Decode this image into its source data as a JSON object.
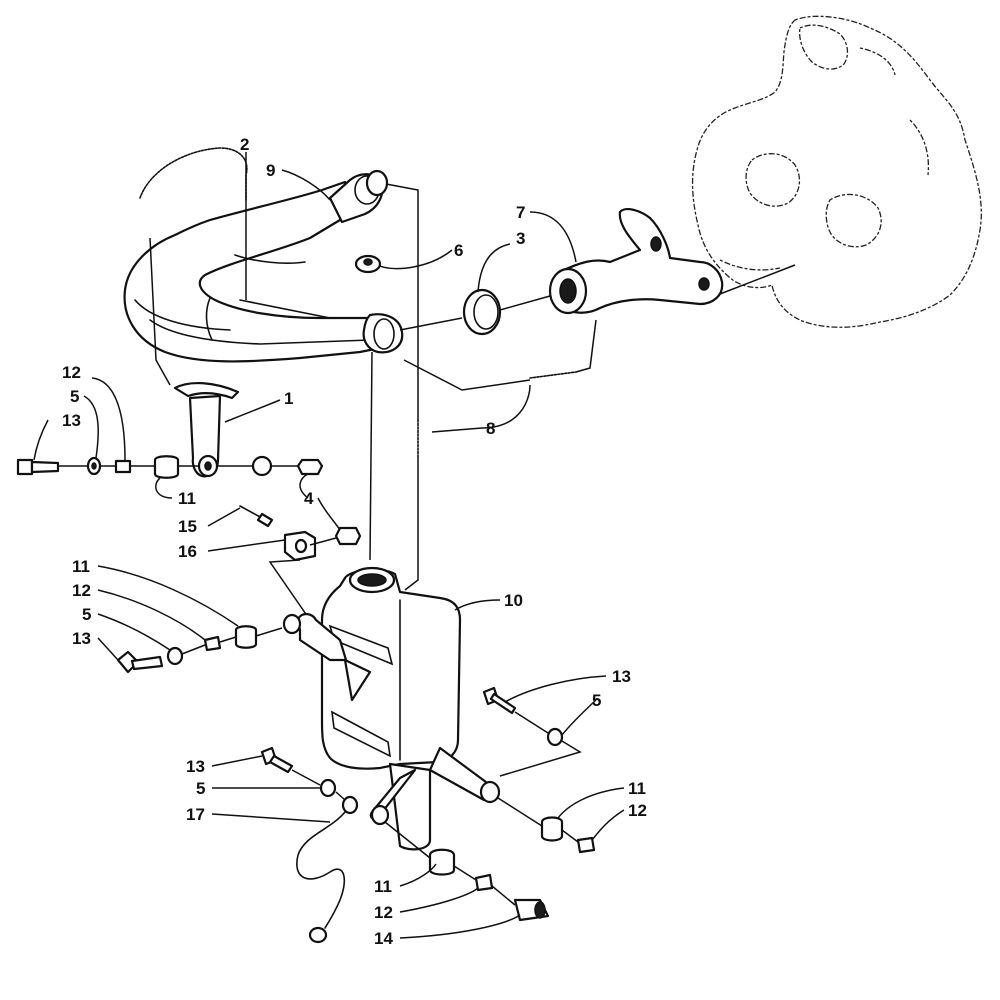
{
  "callouts": [
    {
      "id": "c2",
      "label": "2"
    },
    {
      "id": "c9",
      "label": "9"
    },
    {
      "id": "c7",
      "label": "7"
    },
    {
      "id": "c3",
      "label": "3"
    },
    {
      "id": "c6",
      "label": "6"
    },
    {
      "id": "c1",
      "label": "1"
    },
    {
      "id": "c8",
      "label": "8"
    },
    {
      "id": "c12a",
      "label": "12"
    },
    {
      "id": "c5a",
      "label": "5"
    },
    {
      "id": "c13a",
      "label": "13"
    },
    {
      "id": "c11a",
      "label": "11"
    },
    {
      "id": "c4",
      "label": "4"
    },
    {
      "id": "c15",
      "label": "15"
    },
    {
      "id": "c16",
      "label": "16"
    },
    {
      "id": "c11b",
      "label": "11"
    },
    {
      "id": "c12b",
      "label": "12"
    },
    {
      "id": "c5b",
      "label": "5"
    },
    {
      "id": "c13b",
      "label": "13"
    },
    {
      "id": "c10",
      "label": "10"
    },
    {
      "id": "c13c",
      "label": "13"
    },
    {
      "id": "c5c",
      "label": "5"
    },
    {
      "id": "c13d",
      "label": "13"
    },
    {
      "id": "c5d",
      "label": "5"
    },
    {
      "id": "c17",
      "label": "17"
    },
    {
      "id": "c11c",
      "label": "11"
    },
    {
      "id": "c12c",
      "label": "12"
    },
    {
      "id": "c11d",
      "label": "11"
    },
    {
      "id": "c12d",
      "label": "12"
    },
    {
      "id": "c14",
      "label": "14"
    }
  ]
}
